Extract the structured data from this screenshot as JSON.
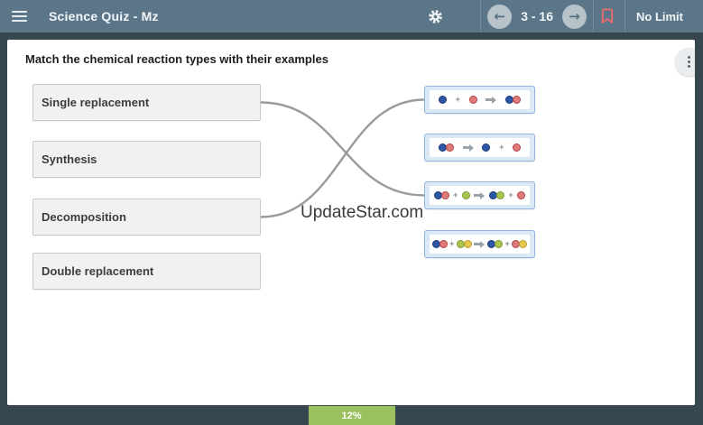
{
  "topbar": {
    "title": "Science Quiz - Mz",
    "nav_range": "3 - 16",
    "prev_icon": "←",
    "next_icon": "→",
    "no_limit_label": "No Limit"
  },
  "question": {
    "prompt": "Match the chemical reaction types with their examples",
    "left_options": [
      "Single replacement",
      "Synthesis",
      "Decomposition",
      "Double replacement"
    ],
    "right_options": [
      {
        "name": "example-synthesis",
        "tokens": [
          "blue",
          "plus",
          "red",
          "arrow",
          "blue|red"
        ]
      },
      {
        "name": "example-decomposition",
        "tokens": [
          "blue|red",
          "arrow",
          "blue",
          "plus",
          "red"
        ]
      },
      {
        "name": "example-single-replacement",
        "tokens": [
          "blue|red",
          "plus",
          "green",
          "arrow",
          "blue|green",
          "plus",
          "red"
        ]
      },
      {
        "name": "example-double-replacement",
        "tokens": [
          "blue|red",
          "plus",
          "green|yellow",
          "arrow",
          "blue|green",
          "plus",
          "red|yellow"
        ]
      }
    ],
    "connections": [
      {
        "from": 0,
        "to": 2
      },
      {
        "from": 2,
        "to": 0
      }
    ]
  },
  "watermark": "UpdateStar.com",
  "progress": {
    "percent_label": "12%"
  },
  "colors": {
    "topbar": "#5c7689",
    "background": "#37474f",
    "progress_green": "#9cc161",
    "bookmark_red": "#ed6a6a",
    "connector": "#9b9b9b",
    "molecules": {
      "blue": {
        "fill": "#2e57a5",
        "stroke": "#1a3a74"
      },
      "red": {
        "fill": "#e07b7b",
        "stroke": "#b04343"
      },
      "green": {
        "fill": "#a9c44f",
        "stroke": "#7f9c33"
      },
      "yellow": {
        "fill": "#e5c94f",
        "stroke": "#bb9c2f"
      }
    }
  }
}
